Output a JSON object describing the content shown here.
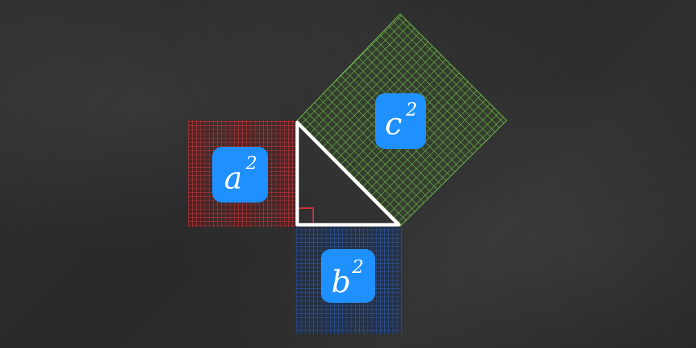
{
  "labels": {
    "a": {
      "base": "a",
      "exp": "2"
    },
    "b": {
      "base": "b",
      "exp": "2"
    },
    "c": {
      "base": "c",
      "exp": "2"
    }
  },
  "colors": {
    "board": "#2c2c2c",
    "square_a": "#c0282d",
    "square_b": "#1f4e9a",
    "square_c": "#6ab04c",
    "label_box": "#1e90ff",
    "triangle": "#ffffff",
    "right_angle_marker": "#c0282d"
  }
}
